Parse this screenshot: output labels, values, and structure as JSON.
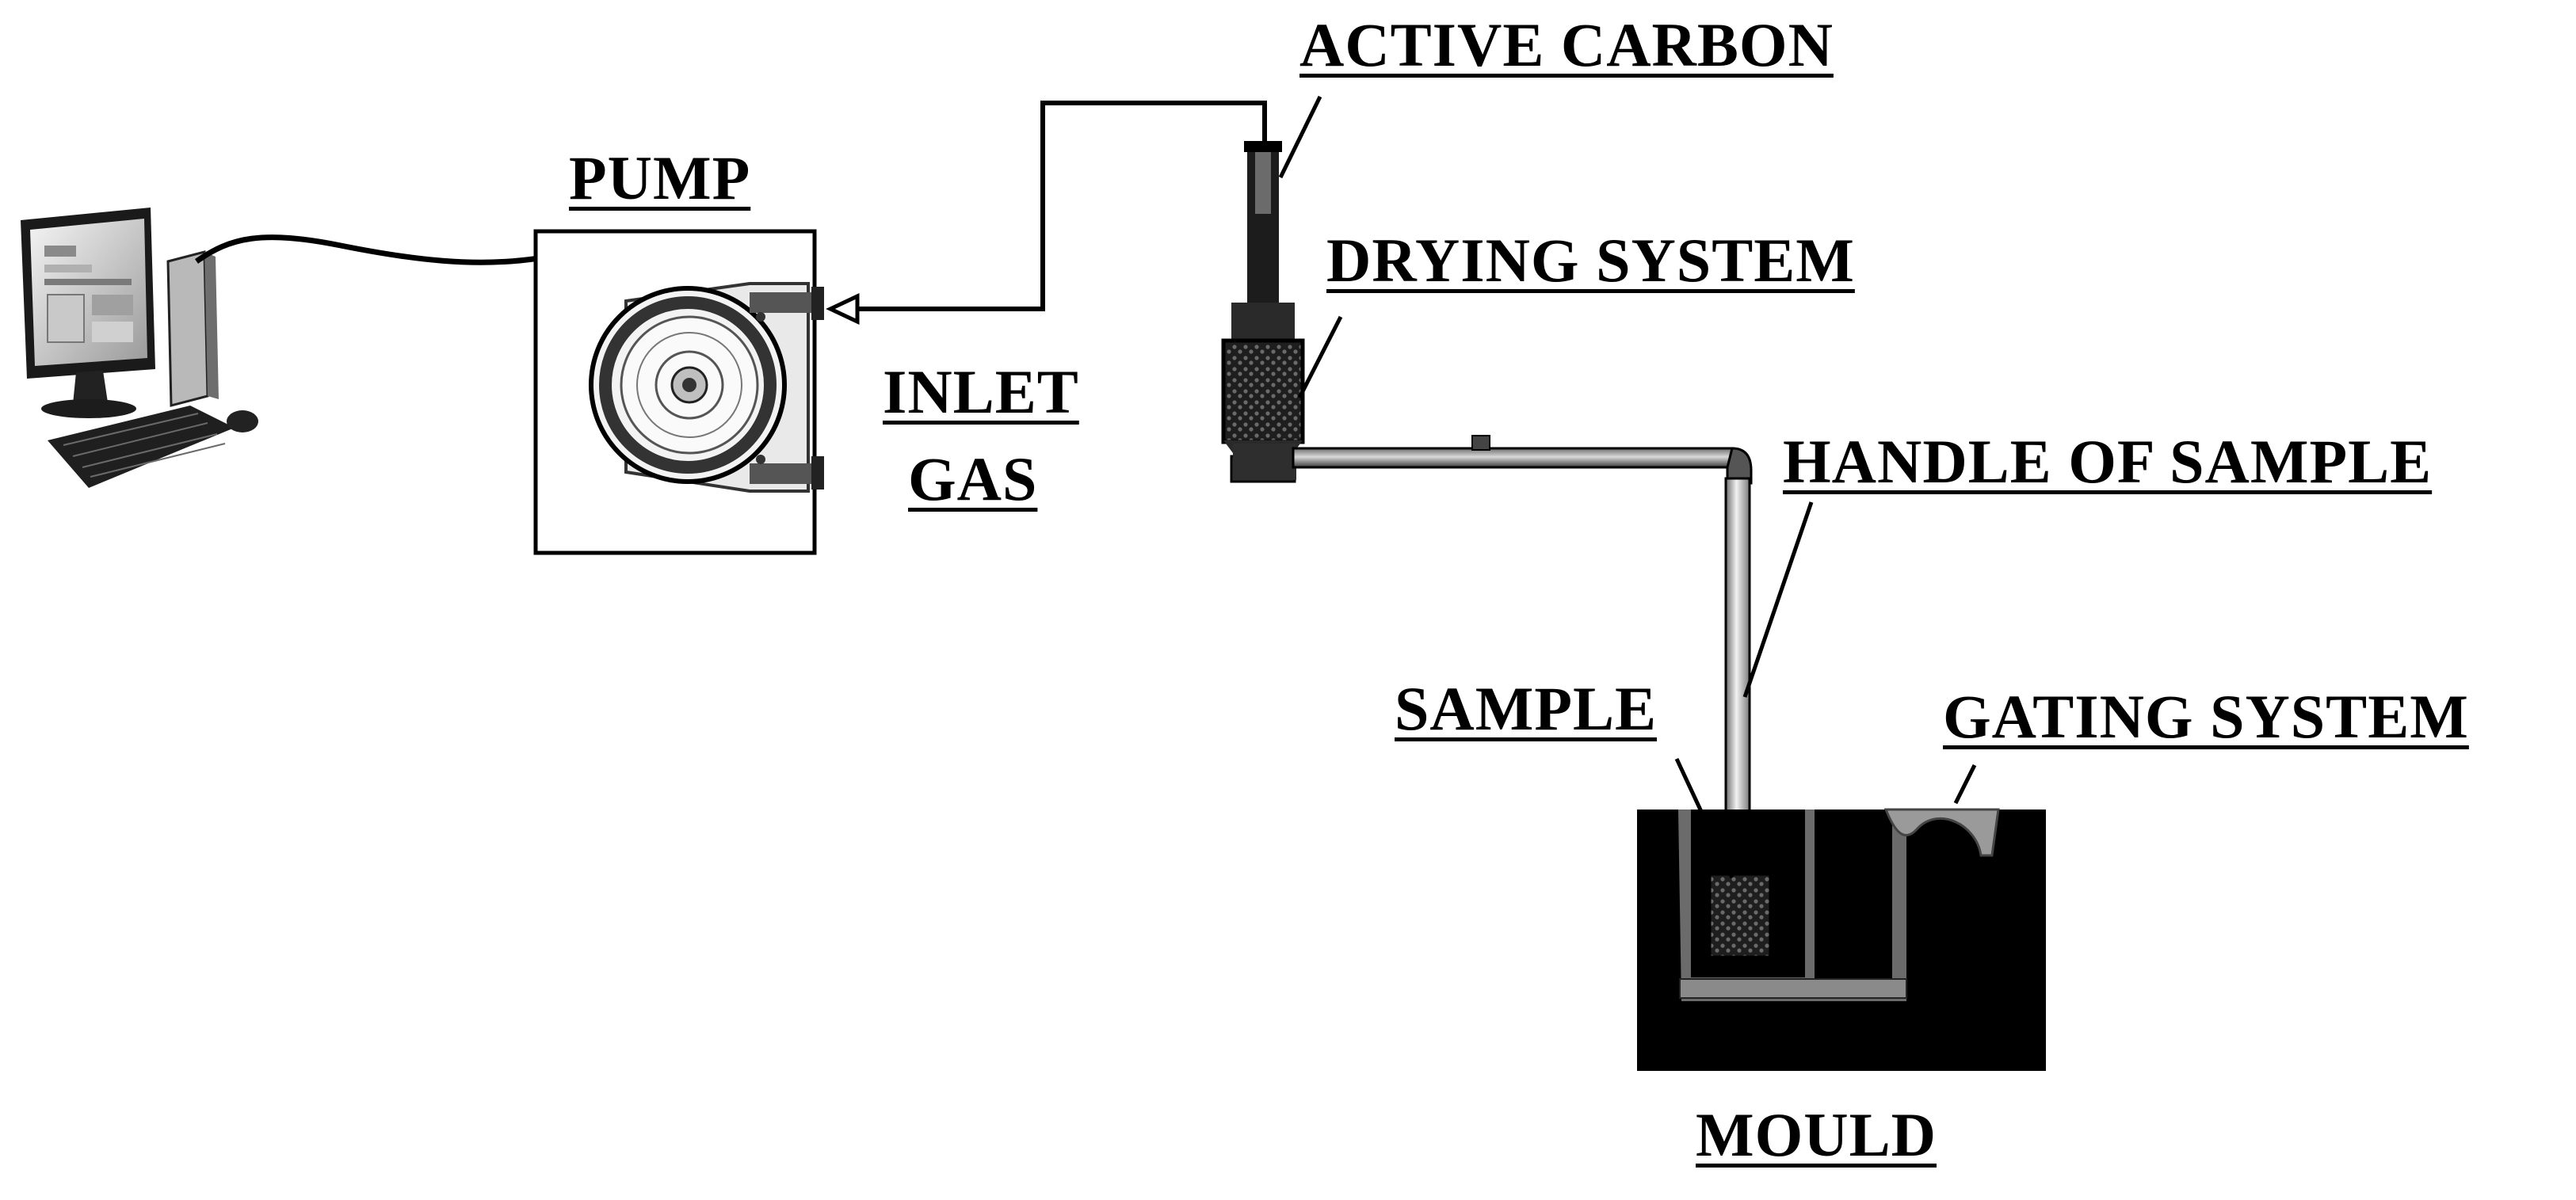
{
  "labels": {
    "pump": "PUMP",
    "inlet_line1": "INLET",
    "inlet_line2": "GAS",
    "active_carbon": "ACTIVE CARBON",
    "drying_system": "DRYING SYSTEM",
    "handle_of_sample": "HANDLE OF SAMPLE",
    "sample": "SAMPLE",
    "gating_system": "GATING SYSTEM",
    "mould": "MOULD"
  },
  "icons": {
    "computer": "computer-icon",
    "pump": "peristaltic-pump-icon",
    "active_carbon": "carbon-filter-icon",
    "drying_system": "drying-cartridge-icon",
    "mould": "mould-block-icon"
  },
  "colors": {
    "ink": "#000000",
    "tube": "#444444",
    "pipe_light": "#d9d9d9",
    "sample": "#555555",
    "background": "#ffffff"
  }
}
